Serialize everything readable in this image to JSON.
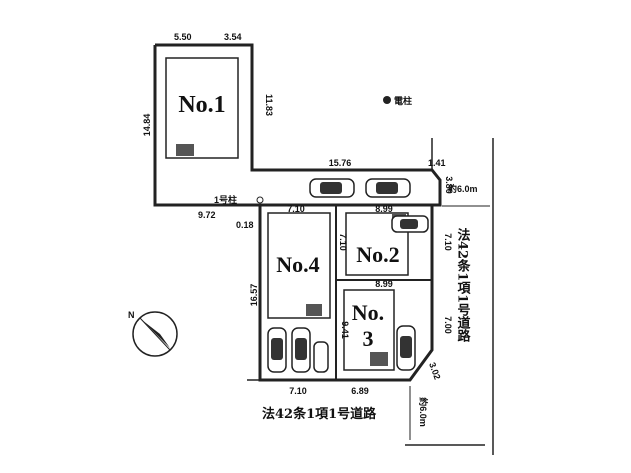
{
  "lots": [
    {
      "label": "No.1"
    },
    {
      "label": "No.4"
    },
    {
      "label": "No.2"
    },
    {
      "label_line1": "No.",
      "label_line2": "3"
    }
  ],
  "dimensions": {
    "top_left": "5.50",
    "top_right": "3.54",
    "left_height": "14.84",
    "right_height": "11.83",
    "mid_top": "15.76",
    "corner_a": "1.41",
    "corner_b": "3.80",
    "bottom_left": "9.72",
    "small_gap": "0.18",
    "lot4_top": "7.10",
    "lot2_top": "8.99",
    "lot2_mid": "7.10",
    "lot2_right": "7.10",
    "lot3_top": "8.99",
    "lot3_right": "7.00",
    "lot4_left": "16.57",
    "lot3_left": "9.41",
    "bottom_lot4": "7.10",
    "bottom_lot3": "6.89",
    "corner_c": "3.02"
  },
  "labels": {
    "pole": "電柱",
    "pole_no": "1号柱",
    "road_width_right": "約6.0m",
    "road_width_bottom": "約6.0m",
    "road_right": "法42条1項1号道路",
    "road_bottom": "法42条1項1号道路",
    "north": "N"
  }
}
